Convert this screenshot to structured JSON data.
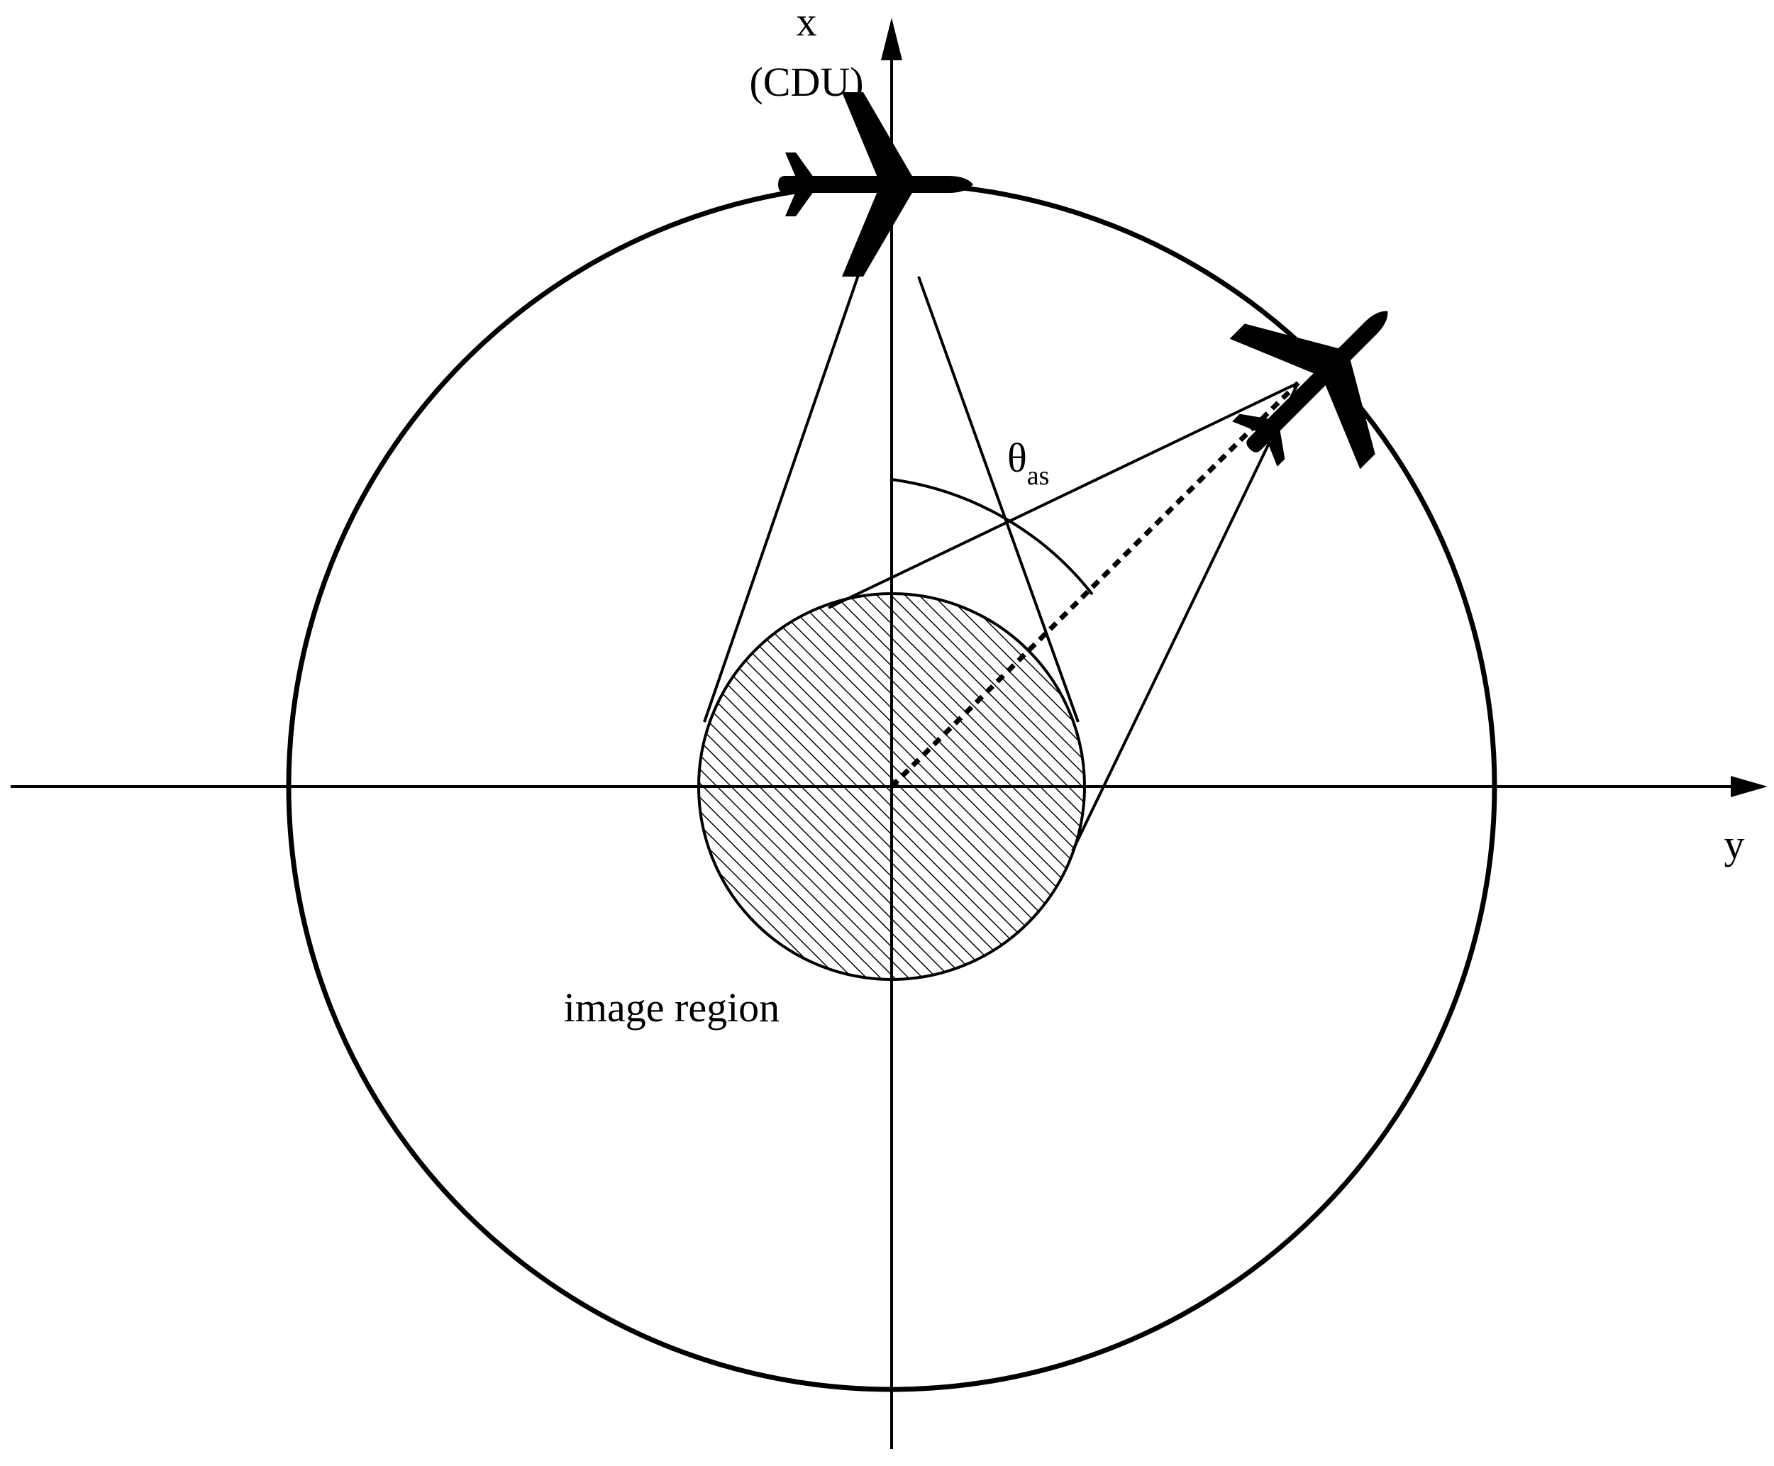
{
  "axes": {
    "x_label": "x",
    "x_sublabel": "(CDU)",
    "y_label": "y"
  },
  "angle": {
    "symbol": "θ",
    "subscript": "as"
  },
  "region": {
    "label": "image region"
  },
  "icons": {
    "aircraft_top": "airplane-icon",
    "aircraft_right": "airplane-icon"
  },
  "colors": {
    "ink": "#000000",
    "background": "#ffffff"
  }
}
